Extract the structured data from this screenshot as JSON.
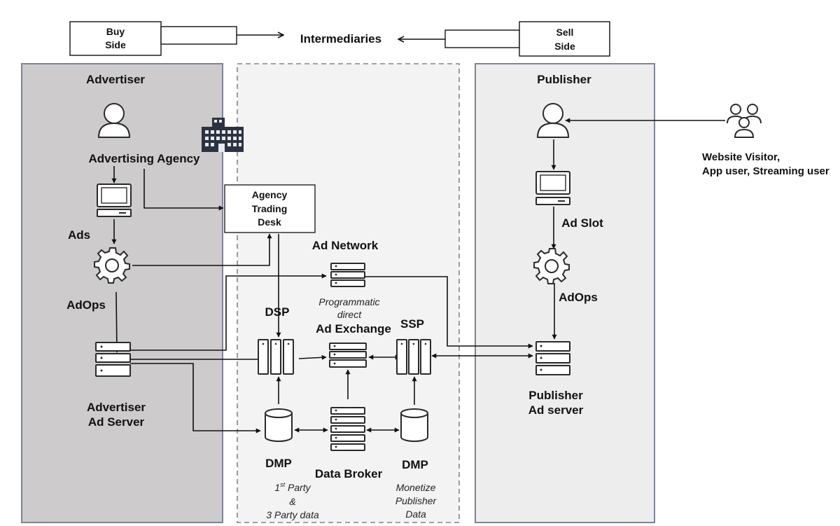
{
  "legend": {
    "buy_side": [
      "Buy",
      "Side"
    ],
    "sell_side": [
      "Sell",
      "Side"
    ],
    "intermediaries": "Intermediaries"
  },
  "panels": {
    "advertiser": "Advertiser",
    "publisher": "Publisher"
  },
  "advertiser": {
    "agency": "Advertising Agency",
    "ads": "Ads",
    "adops": "AdOps",
    "ad_server": [
      "Advertiser",
      "Ad Server"
    ]
  },
  "intermediaries": {
    "agency_trading_desk": [
      "Agency",
      "Trading",
      "Desk"
    ],
    "ad_network": "Ad Network",
    "programmatic": [
      "Programmatic",
      "direct"
    ],
    "ad_exchange": "Ad Exchange",
    "dsp": "DSP",
    "ssp": "SSP",
    "dmp_left": "DMP",
    "dmp_right": "DMP",
    "data_broker": "Data Broker",
    "party_data": {
      "line1_main": "1",
      "line1_sup": "st",
      "line1_rest": " Party",
      "line2": "&",
      "line3": "3 Party data"
    },
    "monetize": [
      "Monetize",
      "Publisher",
      "Data"
    ]
  },
  "publisher": {
    "ad_slot": "Ad Slot",
    "adops": "AdOps",
    "ad_server": [
      "Publisher",
      "Ad server"
    ]
  },
  "visitors": [
    "Website Visitor,",
    "App user, Streaming user"
  ],
  "colors": {
    "advertiser_panel": "#cdcbcc",
    "intermediary_panel": "#f3f3f3",
    "publisher_panel": "#ededed",
    "panel_border": "#7d8593",
    "line": "#111111"
  }
}
